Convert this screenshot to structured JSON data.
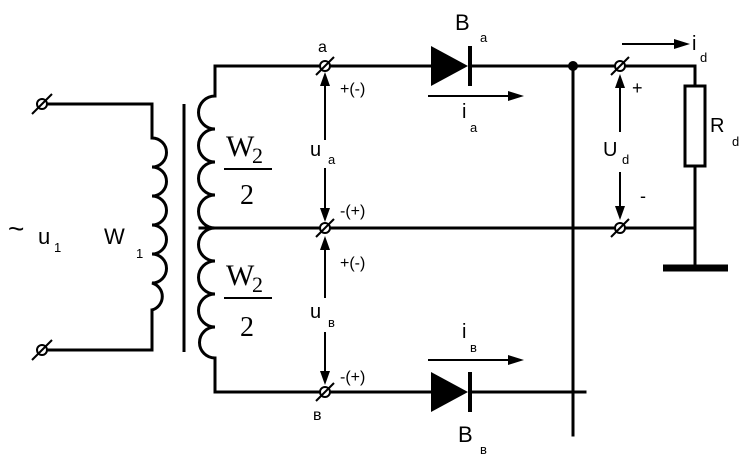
{
  "primary": {
    "ac_symbol": "~",
    "voltage_main": "u",
    "voltage_sub": "1",
    "winding_main": "W",
    "winding_sub": "1"
  },
  "secondary": {
    "upper_winding": {
      "numerator_main": "W",
      "numerator_sub": "2",
      "denominator": "2"
    },
    "lower_winding": {
      "numerator_main": "W",
      "numerator_sub": "2",
      "denominator": "2"
    }
  },
  "terminals": {
    "top": "a",
    "bottom": "в"
  },
  "voltages": {
    "upper": {
      "main": "u",
      "sub": "a",
      "pol_top": "+(-)",
      "pol_bottom": "-(+)"
    },
    "lower": {
      "main": "u",
      "sub": "в",
      "pol_top": "+(-)",
      "pol_bottom": "-(+)"
    },
    "load": {
      "main": "U",
      "sub": "d",
      "plus": "+",
      "minus": "-"
    }
  },
  "diodes": {
    "upper": {
      "main": "B",
      "sub": "a"
    },
    "lower": {
      "main": "B",
      "sub": "в"
    }
  },
  "currents": {
    "upper": {
      "main": "i",
      "sub": "a"
    },
    "lower": {
      "main": "i",
      "sub": "в"
    },
    "load": {
      "main": "i",
      "sub": "d"
    }
  },
  "load": {
    "main": "R",
    "sub": "d"
  }
}
